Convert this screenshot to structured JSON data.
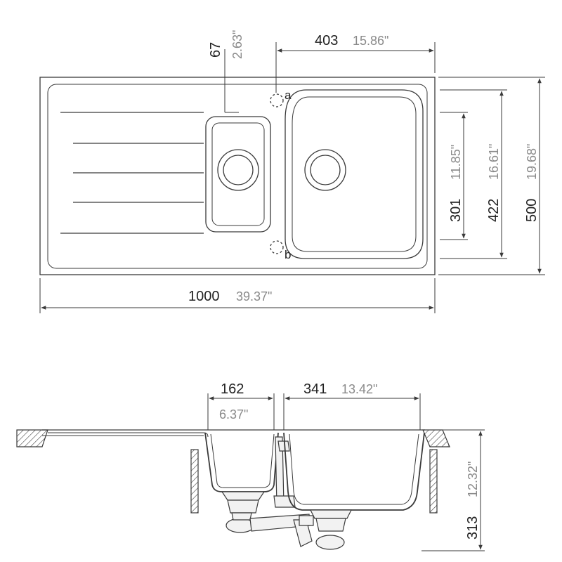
{
  "top_view": {
    "overall_width": {
      "mm": "1000",
      "inch": "39.37\""
    },
    "main_bowl_width": {
      "mm": "403",
      "inch": "15.86\""
    },
    "tap_offset": {
      "mm": "67",
      "inch": "2.63\""
    },
    "small_bowl_height": {
      "mm": "301",
      "inch": "11.85\""
    },
    "main_bowl_height": {
      "mm": "422",
      "inch": "16.61\""
    },
    "overall_depth": {
      "mm": "500",
      "inch": "19.68\""
    },
    "tap_hole_a": "a",
    "tap_hole_b": "b"
  },
  "section_view": {
    "small_bowl_width": {
      "mm": "162",
      "inch": "6.37\""
    },
    "main_bowl_width": {
      "mm": "341",
      "inch": "13.42\""
    },
    "bowl_depth": {
      "mm": "313",
      "inch": "12.32\""
    }
  }
}
